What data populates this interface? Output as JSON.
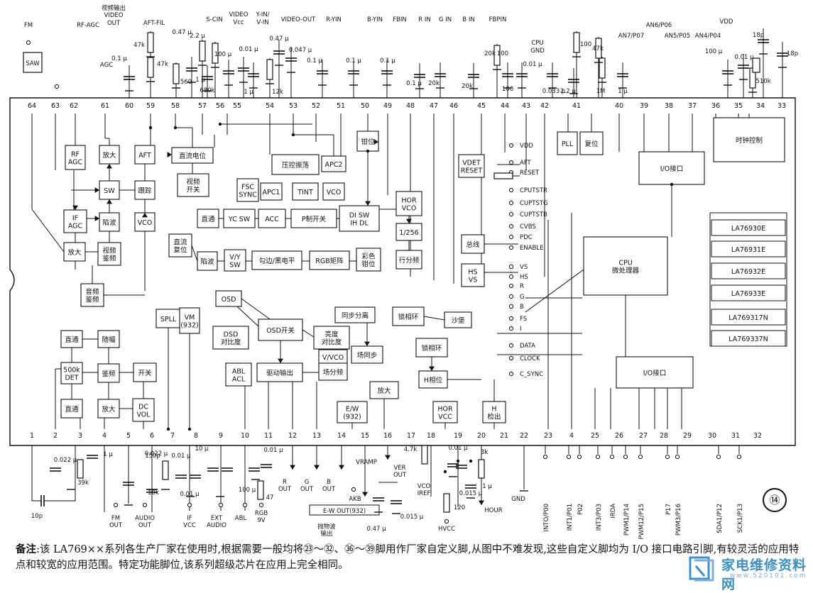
{
  "top_labels": {
    "fm": "FM",
    "rfagc": "RF-AGC",
    "video_out_cn": "视频输出",
    "video_out": "VIDEO",
    "video_out2": "OUT",
    "aft_fil": "AFT-FIL",
    "s_cin": "S-CIN",
    "video_vcc": "VIDEO",
    "vcc": "Vcc",
    "yin": "Y-IN/",
    "vin": "V-IN",
    "video_out_top": "VIDEO-OUT",
    "r_yin": "R-YIN",
    "b_yin": "B-YIN",
    "fbin": "FBIN",
    "r_in": "R IN",
    "g_in": "G IN",
    "b_in": "B IN",
    "fbpin": "FBPIN",
    "cpu_gnd": "CPU",
    "cpu_gnd2": "GND",
    "an7": "AN7/P07",
    "an6": "AN6/P06",
    "an5": "AN5/P05",
    "an4": "AN4/P04",
    "vdd": "VDD",
    "agc": "AGC"
  },
  "components_top": [
    "0.47 μ",
    "2.2 μ",
    "47k",
    "0.1 μ",
    "47k",
    "560",
    "1 μ",
    "680k",
    "100 μ",
    "0.01 μ",
    "1 μ",
    "0.47 μ",
    "0.047 μ",
    "12k",
    "0.1 μ",
    "0.1 μ",
    "0.1 μ",
    "0.1 μ",
    "20k",
    "100",
    "100",
    "0.01 μ",
    "0.033 μ",
    "2.2 μ",
    "1M",
    "1 μ",
    "100",
    "47k",
    "100 μ",
    "0.01 μ",
    "510k",
    "18p",
    "18p",
    "SAW"
  ],
  "pins_top": [
    "64",
    "63",
    "62",
    "61",
    "60",
    "59",
    "58",
    "57",
    "56",
    "55",
    "54",
    "53",
    "52",
    "51",
    "50",
    "49",
    "48",
    "47",
    "46",
    "45",
    "44",
    "43",
    "42",
    "41",
    "40",
    "39",
    "38",
    "37",
    "36",
    "35",
    "34",
    "33"
  ],
  "pins_bottom": [
    "1",
    "2",
    "3",
    "4",
    "5",
    "6",
    "7",
    "8",
    "9",
    "10",
    "11",
    "12",
    "13",
    "14",
    "15",
    "16",
    "17",
    "18",
    "19",
    "20",
    "21",
    "22",
    "23",
    "4",
    "25",
    "26",
    "27",
    "28",
    "29",
    "30",
    "31",
    "32"
  ],
  "blocks": {
    "rfagc": "RF\nAGC",
    "amp1": "放大",
    "aft": "AFT",
    "sw": "SW",
    "track": "跟踪",
    "ifagc": "IF\nAGC",
    "trap": "陷波",
    "vco": "VCO",
    "amp2": "放大",
    "video_det": "视频\n鉴频",
    "audio_det": "音频\n鉴频",
    "dc_level": "直流电位",
    "video_sw": "视频\n开关",
    "vcxo": "压控振荡",
    "apc2": "APC2",
    "fsc": "FSC\nSYNC",
    "apc1": "APC1",
    "tint": "TINT",
    "vco2": "VCO",
    "clamp1": "钳位",
    "direct1": "直通",
    "ycsw": "YC SW",
    "acc": "ACC",
    "pctrl": "P制开关",
    "dlsw": "DI SW\nIH DL",
    "horvco": "HOR\nVCO",
    "div256": "1/256",
    "hdiv": "行分频",
    "dcrestore": "直流\n复位",
    "trap2": "陷波",
    "vy": "V/Y\nSW",
    "black": "勾边/黑电平",
    "rgbmat": "RGB矩阵",
    "clamp2": "彩色\n钳位",
    "vdet": "VDET\nRESET",
    "osd": "OSD",
    "dsd": "DSD\n对比度",
    "osdsw": "OSD开关",
    "bright": "亮度\n对比度",
    "syncsep": "同步分离",
    "pll1": "锁相环",
    "sand": "沙堡",
    "pll2": "锁相环",
    "vvco": "V/VCO",
    "vsync": "场同步",
    "vdiv": "场分频",
    "hphase": "H相位",
    "drive": "驱动输出",
    "abl": "ABL\nACL",
    "amp3": "放大",
    "ew": "E/W\n(932)",
    "horvcc": "HOR\nVCC",
    "hdet": "H\n检出",
    "spll": "SPLL",
    "vm": "VM\n(932)",
    "direct2": "直通",
    "limit": "随幅",
    "det500k": "500k\nDET",
    "discrim": "鉴频",
    "switch": "开关",
    "direct3": "直通",
    "amp4": "放大",
    "dcvol": "DC\nVOL",
    "pll_cpu": "PLL",
    "reset": "复位",
    "io1": "I/O接口",
    "clock": "时钟控制",
    "cpu": "CPU\n微处理器",
    "bus": "总线",
    "hsvs": "HS\nVS",
    "io2": "I/O接口"
  },
  "signals": [
    "VDD",
    "AFT",
    "RESET",
    "CPUTSTR",
    "CUPTSTG",
    "CUPTSTB",
    "CVBS",
    "PDC",
    "ENABLE",
    "VS",
    "HS",
    "R",
    "G",
    "B",
    "FS",
    "I",
    "DATA",
    "CLOCK",
    "C_SYNC"
  ],
  "chips": [
    "LA76930E",
    "LA76931E",
    "LA76932E",
    "LA76933E",
    "LA769317N",
    "LA769337N"
  ],
  "bottom_labels": {
    "fm_out": "FM\nOUT",
    "audio_out": "AUDIO\nOUT",
    "if_vcc": "IF\nVCC",
    "ext_audio": "EXT\nAUDIO",
    "abl": "ABL",
    "rgb9v": "RGB\n9V",
    "r_out": "R\nOUT",
    "g_out": "G\nOUT",
    "b_out": "B\nOUT",
    "vramp": "VRAMP",
    "ver_out": "VER\nOUT",
    "vco_iref": "VCO\nIREF",
    "hvcc": "HVCC",
    "hour": "HOUR",
    "gnd": "GND",
    "akb": "AKB",
    "ewout": "E-W OUT(932)",
    "parabola": "抛物波\n输出",
    "into": "INTO/P00",
    "int1": "INT1/P01",
    "p02": "P02",
    "int3": "INT3/P03",
    "irda": "IRDA",
    "pwm1": "PWM1/P14",
    "pwm12": "PWM12/P15",
    "p17": "P17",
    "pwm3": "PWM3/P16",
    "sda": "SDA1/P12",
    "sck": "SCK1/P13",
    "c10p": "10p",
    "c022": "0.022 μ",
    "r39k": "39k",
    "c1u": "1 μ",
    "c022b": "0.022 μ",
    "c150p": "150p",
    "c001a": "0.01 μ",
    "c10u": "10 μ",
    "r10k": "10k",
    "c001b": "0.01 μ",
    "c100u": "100 μ",
    "r47": "47",
    "c001c": "0.01 μ",
    "r47k": "4.7k",
    "r3k": "3k",
    "c001d": "0.01 μ",
    "c0015a": "0.015 μ",
    "c1ub": "1 μ",
    "r120": "120",
    "c047": "0.47 μ",
    "c0015b": "0.015 μ"
  },
  "circle_number": "⑭",
  "note": {
    "prefix": "备注",
    "text": ":该 LA769××系列各生产厂家在使用时,根据需要一般均将㉓～㉜、㊱～㊴脚用作厂家自定义脚,从图中不难发现,这些自定义脚均为 I/O 接口电路引脚,有较灵活的应用特点和较宽的应用范围。特定功能脚位,该系列超级芯片在应用上完全相同。"
  },
  "watermark": {
    "title": "家电维修资料网",
    "url": "www.520101.com"
  },
  "colors": {
    "line": "#111111",
    "watermark": "#3c8fc4"
  }
}
